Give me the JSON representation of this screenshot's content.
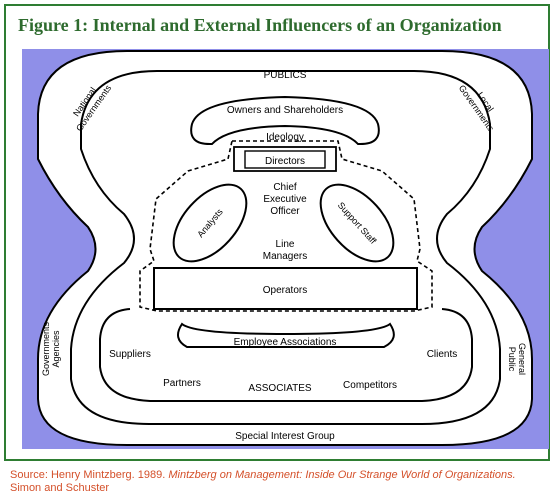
{
  "figure": {
    "title": "Figure 1: Internal and External Influencers of an Organization"
  },
  "diagram": {
    "outer_labels": {
      "publics": "PUBLICS",
      "national_governments": [
        "National",
        "Governments"
      ],
      "local_governments": [
        "Local",
        "Governments"
      ],
      "governments_agencies": [
        "Governments",
        "Agencies"
      ],
      "general_public": [
        "General",
        "Public"
      ],
      "special_interest_group": "Special Interest Group"
    },
    "owners": "Owners and Shareholders",
    "ideology": "Ideology",
    "directors": "Directors",
    "ceo": [
      "Chief",
      "Executive",
      "Officer"
    ],
    "analysts": "Analysts",
    "support_staff": "Support Staff",
    "line_managers": [
      "Line",
      "Managers"
    ],
    "operators": "Operators",
    "employee_associations": "Employee Associations",
    "associates": {
      "suppliers": "Suppliers",
      "clients": "Clients",
      "partners": "Partners",
      "associates": "ASSOCIATES",
      "competitors": "Competitors"
    }
  },
  "source": {
    "prefix": "Source: Henry Mintzberg. 1989. ",
    "book_title": "Mintzberg on Management: Inside Our Strange World of Organizations.",
    "publisher": "Simon and Schuster"
  },
  "colors": {
    "title": "#2e6b2e",
    "border": "#2e7d32",
    "panel": "#8f8fe8",
    "source": "#d4502a"
  }
}
